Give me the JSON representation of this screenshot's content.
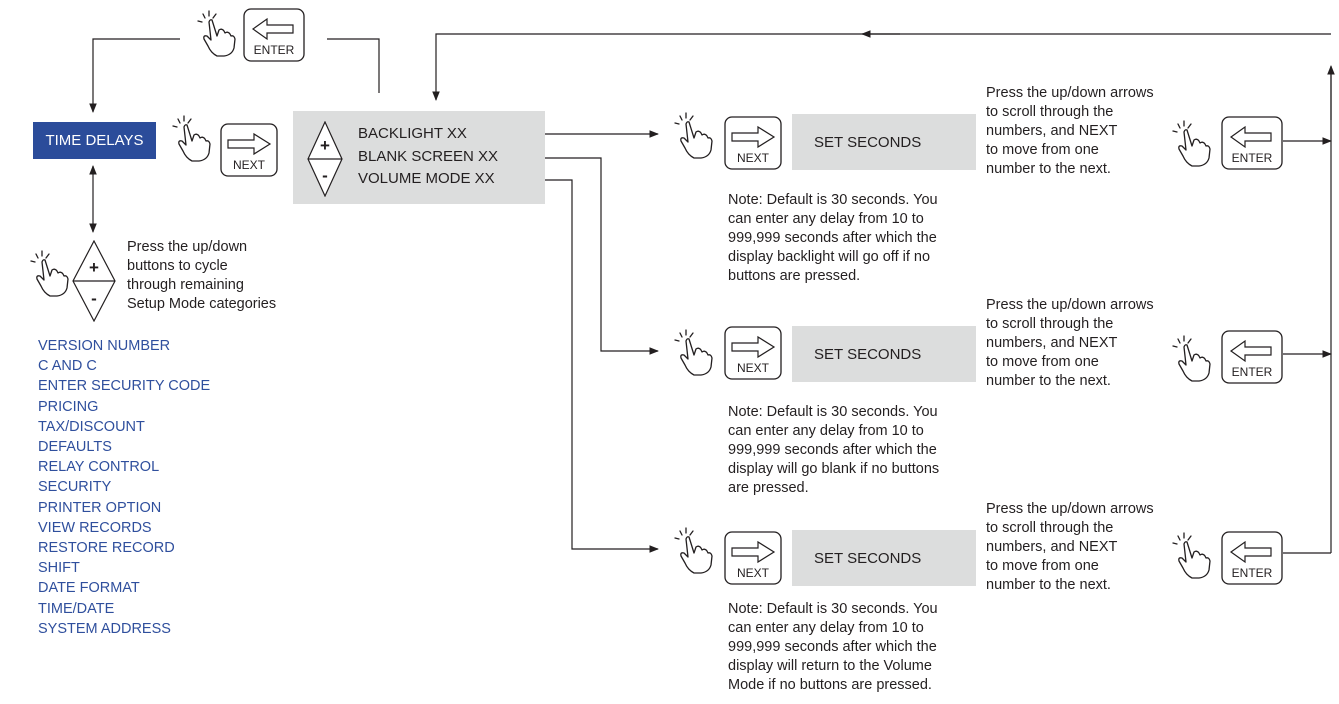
{
  "main": {
    "tab_label": "TIME DELAYS",
    "menu_items": [
      "BACKLIGHT XX",
      "BLANK SCREEN XX",
      "VOLUME MODE  XX"
    ],
    "plus_symbol": "+",
    "minus_symbol": "-"
  },
  "keys": {
    "enter": "ENTER",
    "next": "NEXT"
  },
  "cycle_note": [
    "Press the up/down",
    "buttons to cycle",
    "through remaining",
    "Setup Mode categories"
  ],
  "categories": [
    "VERSION NUMBER",
    "C AND C",
    "ENTER SECURITY CODE",
    "PRICING",
    "TAX/DISCOUNT",
    "DEFAULTS",
    "RELAY CONTROL",
    "SECURITY",
    "PRINTER OPTION",
    "VIEW RECORDS",
    "RESTORE RECORD",
    "SHIFT",
    "DATE FORMAT",
    "TIME/DATE",
    "SYSTEM ADDRESS"
  ],
  "rows": [
    {
      "display": "SET SECONDS",
      "instruction": [
        "Press the up/down arrows",
        "to scroll through the",
        "numbers, and NEXT",
        "to move from one",
        "number to the next."
      ],
      "note": [
        "Note: Default is 30 seconds. You",
        "can enter any delay from 10 to",
        "999,999 seconds after which the",
        "display backlight will go off if no",
        "buttons are pressed."
      ]
    },
    {
      "display": "SET SECONDS",
      "instruction": [
        "Press the up/down arrows",
        "to scroll through the",
        "numbers, and NEXT",
        "to move from one",
        "number to the next."
      ],
      "note": [
        "Note: Default is 30 seconds. You",
        "can enter any delay from 10 to",
        "999,999 seconds after which the",
        "display will go blank if no buttons",
        "are pressed."
      ]
    },
    {
      "display": "SET SECONDS",
      "instruction": [
        "Press the up/down arrows",
        "to scroll through the",
        "numbers, and NEXT",
        "to move from one",
        "number to the next."
      ],
      "note": [
        "Note: Default is 30 seconds. You",
        "can enter any delay from 10 to",
        "999,999 seconds after which the",
        "display will return to the Volume",
        "Mode if no buttons are pressed."
      ]
    }
  ],
  "colors": {
    "tab_background": "#2b4c9a",
    "category_text": "#2f4f9d",
    "display_background": "#dcdddd",
    "line": "#231f20"
  }
}
